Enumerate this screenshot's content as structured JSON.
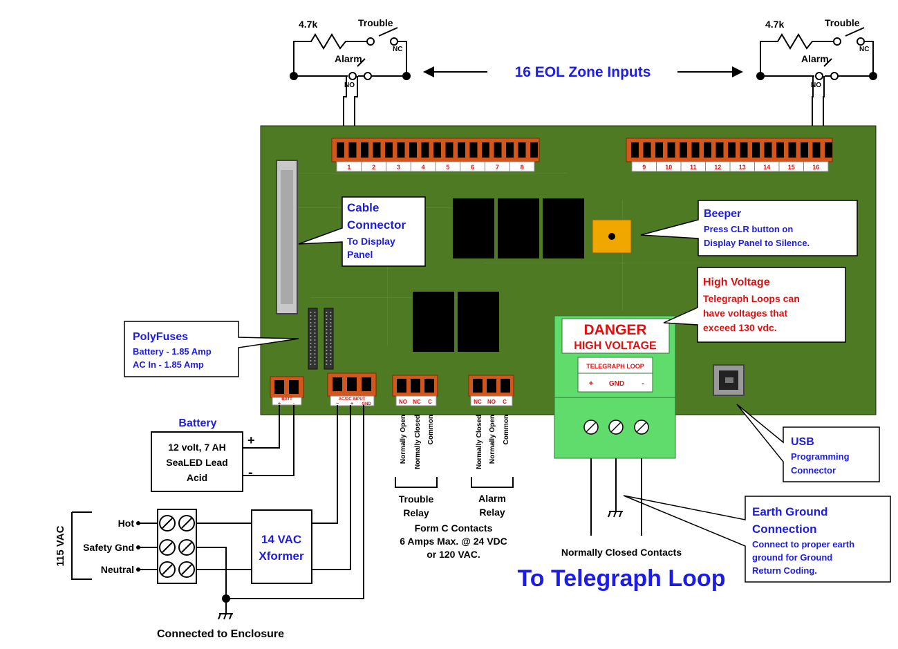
{
  "title": "16 EOL Zone Inputs",
  "eol_left": {
    "resistor": "4.7k",
    "trouble": "Trouble",
    "nc": "NC",
    "alarm": "Alarm",
    "no": "NO"
  },
  "eol_right": {
    "resistor": "4.7k",
    "trouble": "Trouble",
    "nc": "NC",
    "alarm": "Alarm",
    "no": "NO"
  },
  "zones_left": [
    "1",
    "2",
    "3",
    "4",
    "5",
    "6",
    "7",
    "8"
  ],
  "zones_right": [
    "9",
    "10",
    "11",
    "12",
    "13",
    "14",
    "15",
    "16"
  ],
  "callouts": {
    "cable": {
      "line1": "Cable",
      "line2": "Connector",
      "line3": "To Display",
      "line4": "Panel"
    },
    "beeper": {
      "title": "Beeper",
      "line1": "Press CLR button on",
      "line2": "Display Panel to Silence."
    },
    "high_voltage": {
      "title": "High Voltage",
      "line1": "Telegraph Loops can",
      "line2": "have voltages that",
      "line3": "exceed 130 vdc."
    },
    "polyfuses": {
      "title": "PolyFuses",
      "line1": "Battery - 1.85 Amp",
      "line2": "AC In - 1.85 Amp"
    },
    "usb": {
      "title": "USB",
      "line1": "Programming",
      "line2": "Connector"
    },
    "earth": {
      "title1": "Earth Ground",
      "title2": "Connection",
      "line1": "Connect to proper earth",
      "line2": "ground for Ground",
      "line3": "Return Coding."
    }
  },
  "danger": {
    "line1": "DANGER",
    "line2": "HIGH VOLTAGE",
    "loop": "TELEGRAPH LOOP",
    "plus": "+",
    "gnd": "GND",
    "minus": "-"
  },
  "terminals": {
    "batt": "BATT",
    "batt_plus": "+",
    "batt_minus": "-",
    "acdc": "AC/DC INPUT",
    "acdc_minus": "~",
    "acdc_plus": "+",
    "acdc_gnd": "GND",
    "relay1": [
      "NO",
      "NC",
      "C"
    ],
    "relay2": [
      "NC",
      "NO",
      "C"
    ]
  },
  "battery": {
    "label": "Battery",
    "line1": "12 volt, 7 AH",
    "line2": "SeaLED Lead",
    "line3": "Acid",
    "plus": "+",
    "minus": "-"
  },
  "relays": {
    "trouble_contacts": [
      "Normally Open",
      "Normally Closed",
      "Common"
    ],
    "alarm_contacts": [
      "Normally Closed",
      "Normally Open",
      "Common"
    ],
    "trouble_l1": "Trouble",
    "trouble_l2": "Relay",
    "alarm_l1": "Alarm",
    "alarm_l2": "Relay",
    "formc1": "Form C Contacts",
    "formc2": "6 Amps Max. @ 24 VDC",
    "formc3": "or 120 VAC."
  },
  "power": {
    "vac": "115 VAC",
    "hot": "Hot",
    "safety": "Safety Gnd",
    "neutral": "Neutral",
    "xformer1": "14 VAC",
    "xformer2": "Xformer",
    "enclosure": "Connected to Enclosure"
  },
  "loop": {
    "nc_contacts": "Normally Closed Contacts",
    "to_loop": "To Telegraph Loop"
  },
  "colors": {
    "board": "#4e7a23",
    "connector": "#d2571d",
    "header_blue": "#1c1ce6",
    "red": "#e01010",
    "green_block": "#5fdc6b",
    "beeper": "#f0a800"
  }
}
